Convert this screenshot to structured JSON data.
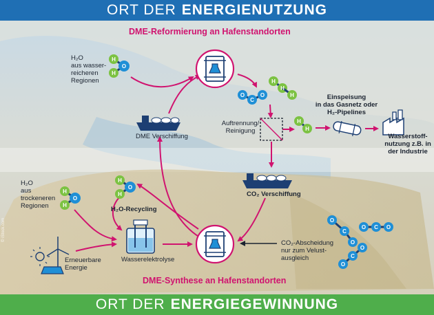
{
  "banners": {
    "top_prefix": "ORT DER",
    "top_emph": "ENERGIENUTZUNG",
    "bottom_prefix": "ORT DER",
    "bottom_emph": "ENERGIEGEWINNUNG"
  },
  "titles": {
    "reforming": "DME-Reformierung an Hafenstandorten",
    "synthesis": "DME-Synthese an Hafenstandorten"
  },
  "labels": {
    "h2o_top_1": "H₂O",
    "h2o_top_2": "aus wasser-",
    "h2o_top_3": "reicheren",
    "h2o_top_4": "Regionen",
    "dme_shipping": "DME Verschiffung",
    "separation_1": "Auftrennung/",
    "separation_2": "Reinigung",
    "feed_1": "Einspeisung",
    "feed_2": "in das Gasnetz oder",
    "feed_3": "H₂-Pipelines",
    "h2use_1": "Wasserstoff-",
    "h2use_2": "nutzung z.B. in",
    "h2use_3": "der Industrie",
    "h2o_bot_1": "H₂O",
    "h2o_bot_2": "aus",
    "h2o_bot_3": "trockeneren",
    "h2o_bot_4": "Regionen",
    "recycling": "H₂O-Recycling",
    "co2_shipping": "CO₂ Verschiffung",
    "co2_sep_1": "CO₂-Abscheidung",
    "co2_sep_2": "nur zum Velust-",
    "co2_sep_3": "ausgleich",
    "renewable_1": "Erneuerbare",
    "renewable_2": "Energie",
    "electrolysis": "Wasserelektrolyse",
    "copyright": "© iStock.com"
  },
  "molecule_letters": {
    "hydrogen": "H",
    "oxygen": "O",
    "carbon": "C"
  },
  "colors": {
    "magenta": "#d0136f",
    "blue_top": "#1f6fb4",
    "green_bottom": "#4fae4b",
    "hydrogen": "#7cc242",
    "oxygen": "#1f8fd6",
    "navy": "#1d3f73"
  }
}
